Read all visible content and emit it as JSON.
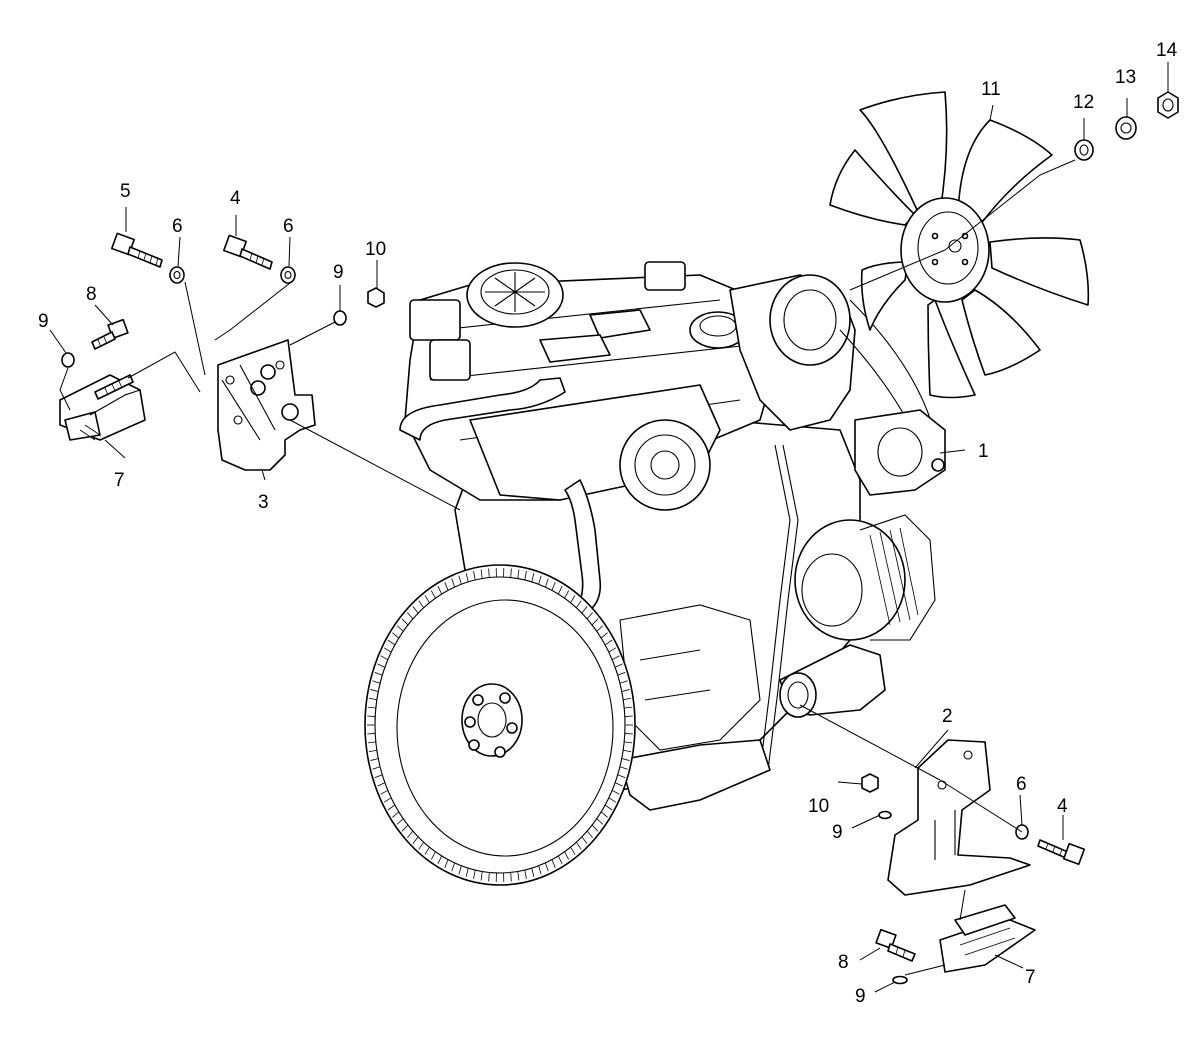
{
  "callouts": [
    {
      "id": "c1",
      "label": "1"
    },
    {
      "id": "c2",
      "label": "2"
    },
    {
      "id": "c3",
      "label": "3"
    },
    {
      "id": "c4a",
      "label": "4"
    },
    {
      "id": "c4b",
      "label": "4"
    },
    {
      "id": "c5",
      "label": "5"
    },
    {
      "id": "c6a",
      "label": "6"
    },
    {
      "id": "c6b",
      "label": "6"
    },
    {
      "id": "c6c",
      "label": "6"
    },
    {
      "id": "c7a",
      "label": "7"
    },
    {
      "id": "c7b",
      "label": "7"
    },
    {
      "id": "c8a",
      "label": "8"
    },
    {
      "id": "c8b",
      "label": "8"
    },
    {
      "id": "c9a",
      "label": "9"
    },
    {
      "id": "c9b",
      "label": "9"
    },
    {
      "id": "c9c",
      "label": "9"
    },
    {
      "id": "c9d",
      "label": "9"
    },
    {
      "id": "c10a",
      "label": "10"
    },
    {
      "id": "c10b",
      "label": "10"
    },
    {
      "id": "c11",
      "label": "11"
    },
    {
      "id": "c12",
      "label": "12"
    },
    {
      "id": "c13",
      "label": "13"
    },
    {
      "id": "c14",
      "label": "14"
    }
  ],
  "colors": {
    "line": "#000000",
    "background": "#ffffff"
  }
}
